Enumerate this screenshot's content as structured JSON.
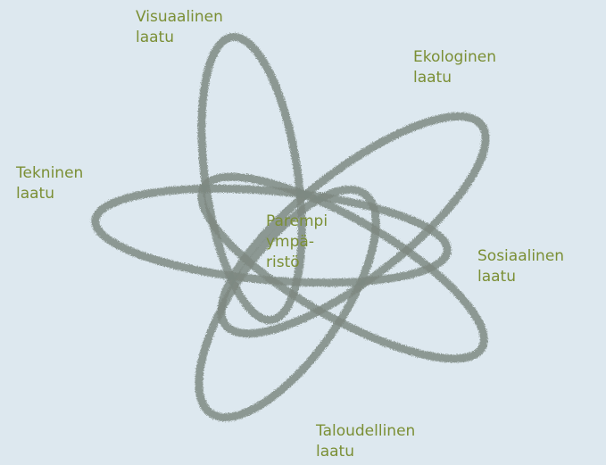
{
  "center": {
    "lines": [
      "Parempi",
      "ympä-",
      "ristö"
    ]
  },
  "nodes": [
    {
      "id": "visuaalinen",
      "lines": [
        "Visuaalinen",
        "laatu"
      ]
    },
    {
      "id": "ekologinen",
      "lines": [
        "Ekologinen",
        "laatu"
      ]
    },
    {
      "id": "tekninen",
      "lines": [
        "Tekninen",
        "laatu"
      ]
    },
    {
      "id": "sosiaalinen",
      "lines": [
        "Sosiaalinen",
        "laatu"
      ]
    },
    {
      "id": "taloudellinen",
      "lines": [
        "Taloudellinen",
        "laatu"
      ]
    }
  ],
  "colors": {
    "background": "#dde8ef",
    "text": "#7b8f35",
    "stroke": "#7e8a82"
  }
}
